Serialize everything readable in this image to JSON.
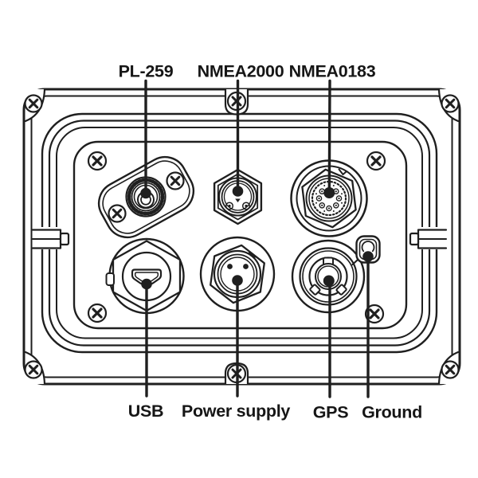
{
  "diagram": {
    "kind": "device-rear-panel-connector-diagram",
    "colors": {
      "line": "#1f1f1f",
      "label": "#161616",
      "background": "#ffffff"
    },
    "connectors": {
      "pl259": {
        "label": "PL-259"
      },
      "nmea2000": {
        "label": "NMEA2000"
      },
      "nmea0183": {
        "label": "NMEA0183"
      },
      "usb": {
        "label": "USB"
      },
      "power_supply": {
        "label": "Power supply"
      },
      "gps": {
        "label": "GPS"
      },
      "ground": {
        "label": "Ground"
      }
    }
  }
}
